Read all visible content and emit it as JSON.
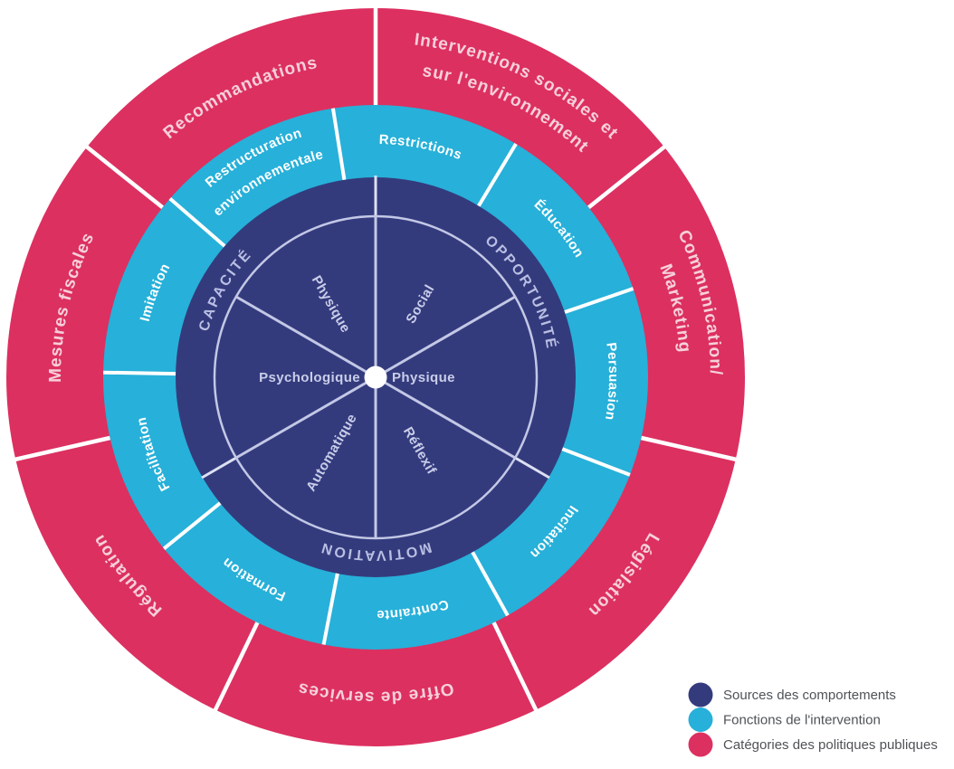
{
  "colors": {
    "navy": "#343b7d",
    "cyan": "#27b0d9",
    "red": "#dc3060"
  },
  "wheel": {
    "core": {
      "psychologique": "Psychologique",
      "physique_capacite": "Physique",
      "social": "Social",
      "physique_opportunite": "Physique",
      "reflexif": "Réflexif",
      "automatique": "Automatique"
    },
    "sources": {
      "capacite": "CAPACITÉ",
      "opportunite": "OPPORTUNITÉ",
      "motivation": "MOTIVATION"
    },
    "functions": {
      "restrictions": "Restrictions",
      "education": "Éducation",
      "persuasion": "Persuasion",
      "incitation": "Incitation",
      "contrainte": "Contrainte",
      "formation": "Formation",
      "facilitation": "Facilitation",
      "imitation": "Imitation",
      "restructuration_line1": "Restructuration",
      "restructuration_line2": "environnementale"
    },
    "policies": {
      "recommandations": "Recommandations",
      "interventions_line1": "Interventions sociales et",
      "interventions_line2": "sur l'environnement",
      "communication_line1": "Communication/",
      "communication_line2": "Marketing",
      "legislation": "Législation",
      "offre_de_services": "Offre de services",
      "regulation": "Régulation",
      "mesures_fiscales": "Mesures fiscales"
    }
  },
  "legend": {
    "sources": "Sources des comportements",
    "fonctions": "Fonctions de l'intervention",
    "categories": "Catégories des politiques publiques"
  }
}
